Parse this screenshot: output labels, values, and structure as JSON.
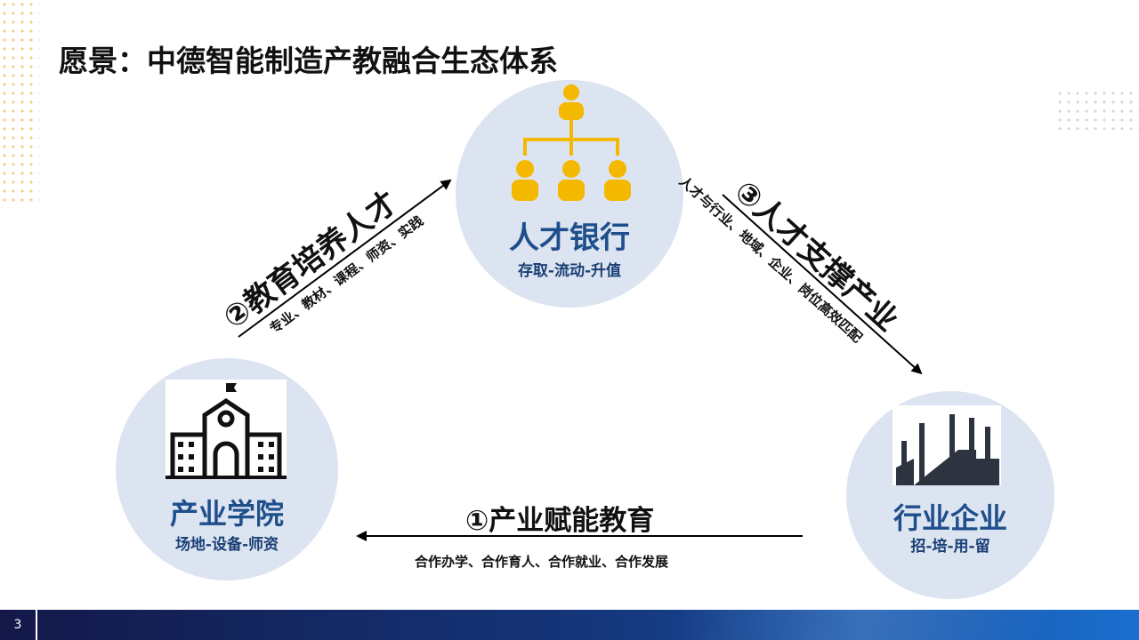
{
  "title": "愿景：中德智能制造产教融合生态体系",
  "nodes": {
    "talent_bank": {
      "title": "人才银行",
      "subtitle": "存取-流动-升值",
      "icon": "org-chart-people-icon"
    },
    "industry_college": {
      "title": "产业学院",
      "subtitle": "场地-设备-师资",
      "icon": "school-building-icon"
    },
    "enterprise": {
      "title": "行业企业",
      "subtitle": "招-培-用-留",
      "icon": "factory-icon"
    }
  },
  "links": {
    "edu": {
      "title": "②教育培养人才",
      "detail": "专业、教材、课程、师资、实践"
    },
    "support": {
      "title": "③人才支撑产业",
      "detail": "人才与行业、地域、企业、岗位高效匹配"
    },
    "empower": {
      "title": "①产业赋能教育",
      "detail": "合作办学、合作育人、合作就业、合作发展"
    }
  },
  "page_number": "3",
  "colors": {
    "accent": "#f5b800",
    "circle": "#dbe4f0",
    "text_blue": "#1f4e8c"
  }
}
